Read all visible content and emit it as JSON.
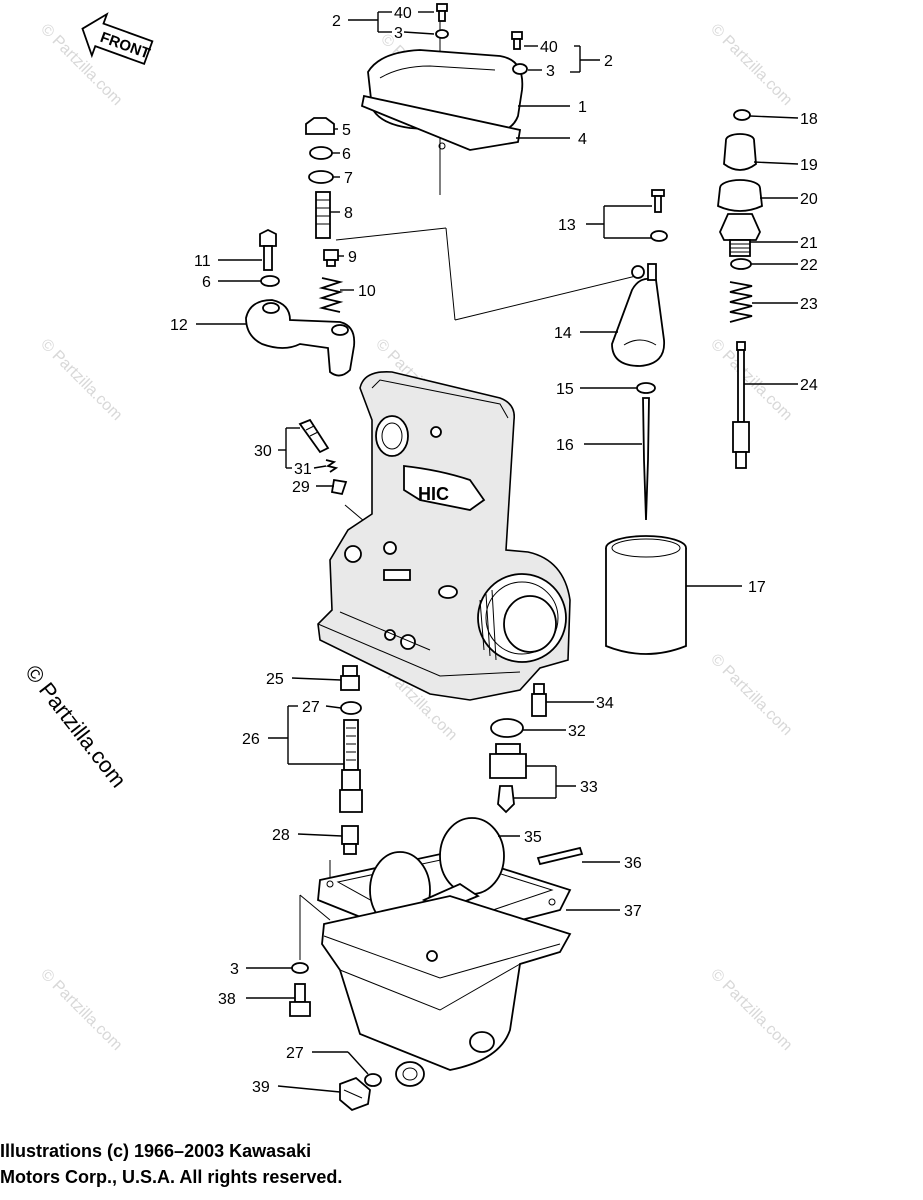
{
  "front_label": "FRONT",
  "side_copyright": "© Partzilla.com",
  "watermark": "© Partzilla.com",
  "footer": {
    "line1": "Illustrations (c) 1966–2003 Kawasaki",
    "line2": "Motors Corp., U.S.A.  All rights reserved."
  },
  "callouts": {
    "c1": "1",
    "c2a": "2",
    "c2b": "2",
    "c3a": "3",
    "c3b": "3",
    "c3c": "3",
    "c4": "4",
    "c5": "5",
    "c6a": "6",
    "c6b": "6",
    "c7": "7",
    "c8": "8",
    "c9": "9",
    "c10": "10",
    "c11": "11",
    "c12": "12",
    "c13": "13",
    "c14": "14",
    "c15": "15",
    "c16": "16",
    "c17": "17",
    "c18": "18",
    "c19": "19",
    "c20": "20",
    "c21": "21",
    "c22": "22",
    "c23": "23",
    "c24": "24",
    "c25": "25",
    "c26": "26",
    "c27a": "27",
    "c27b": "27",
    "c28": "28",
    "c29": "29",
    "c30": "30",
    "c31": "31",
    "c32": "32",
    "c33": "33",
    "c34": "34",
    "c35": "35",
    "c36": "36",
    "c37": "37",
    "c38": "38",
    "c39": "39",
    "c40a": "40",
    "c40b": "40"
  },
  "body_marking": "HIC"
}
